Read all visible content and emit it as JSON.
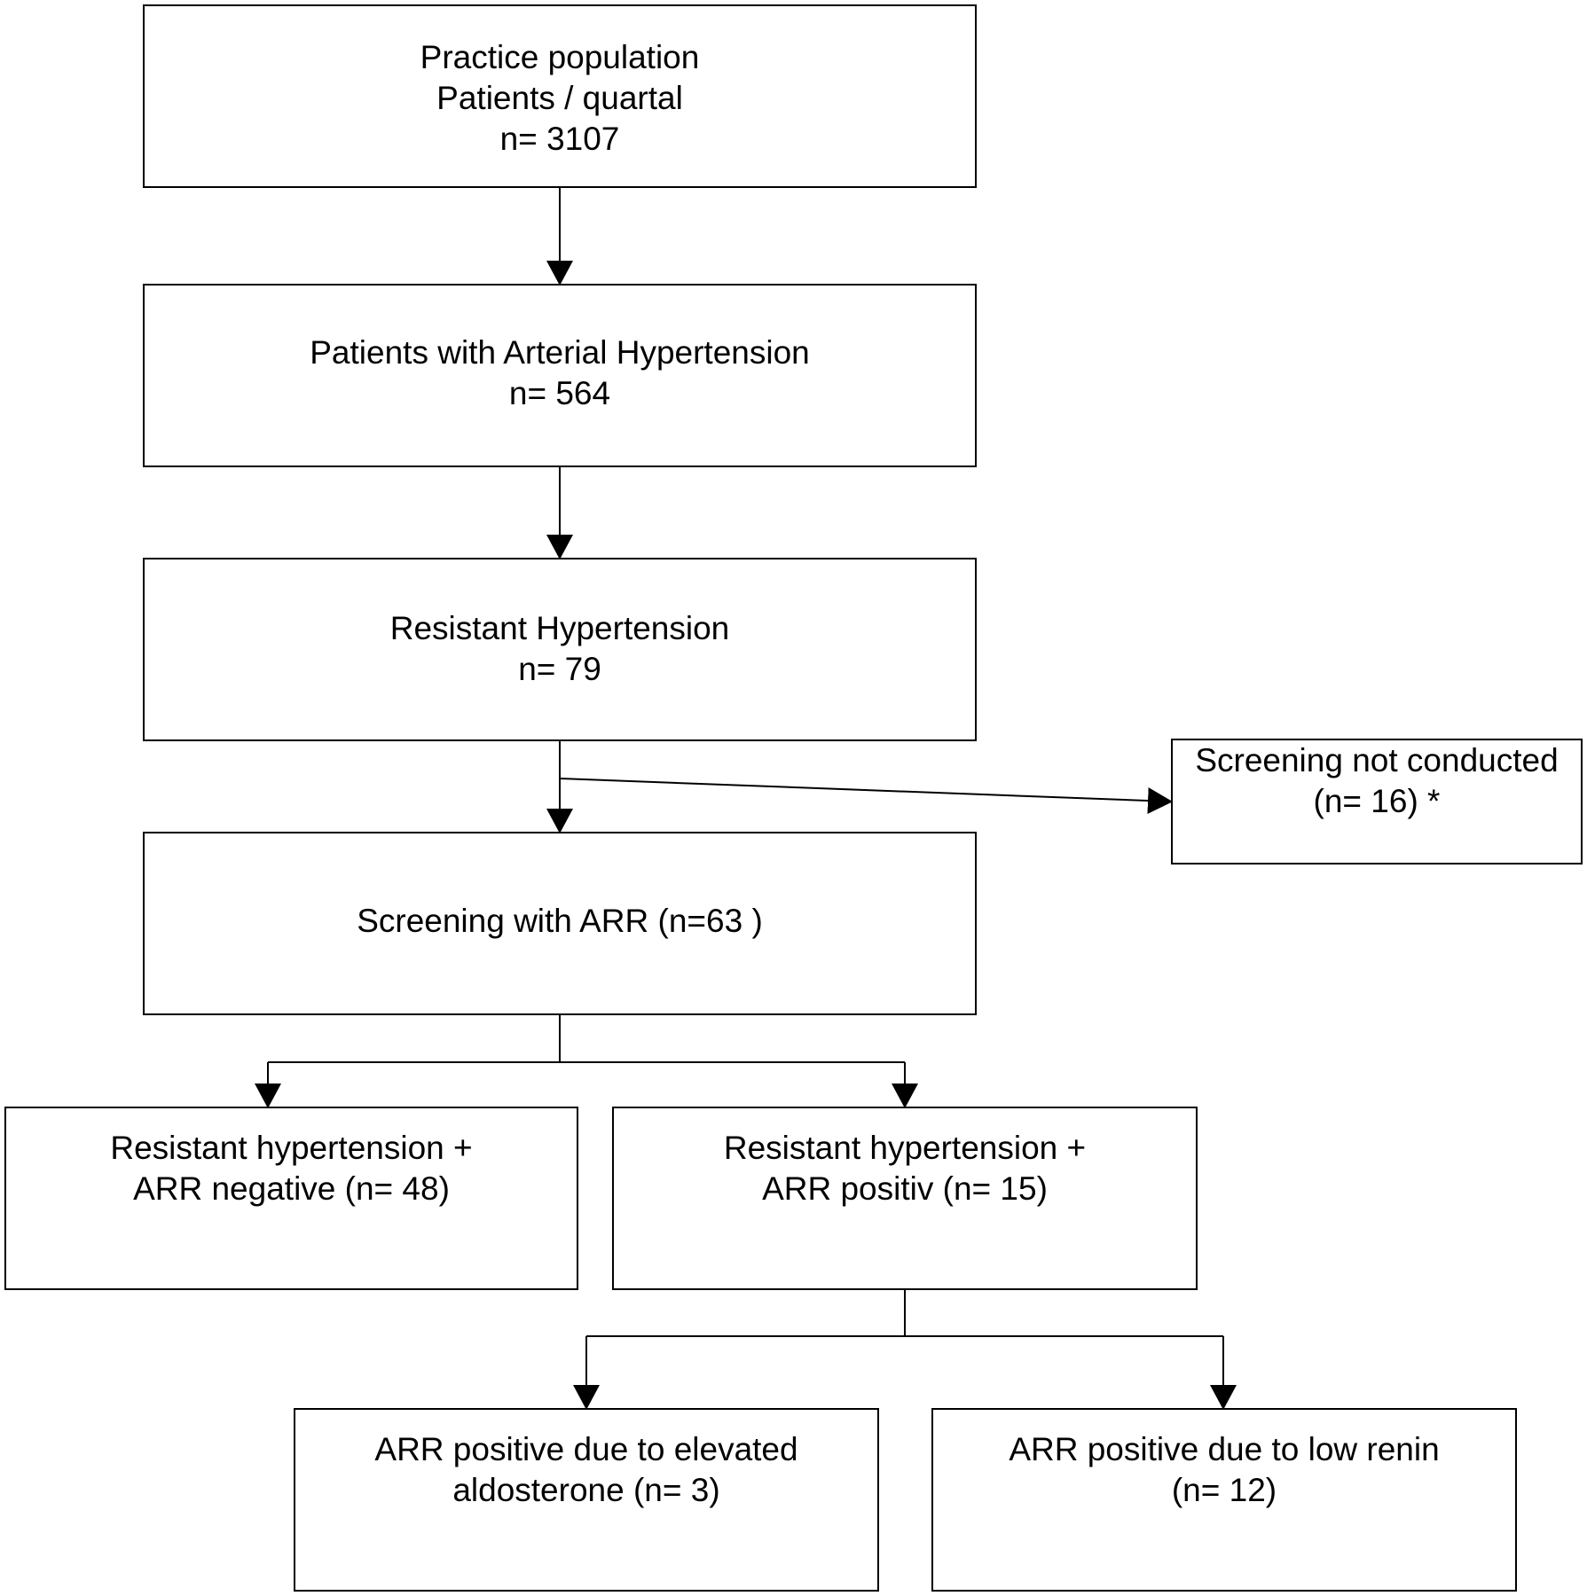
{
  "nodes": {
    "population": {
      "line1": "Practice population",
      "line2": "Patients / quartal",
      "line3": "n= 3107"
    },
    "hypertension": {
      "line1": "Patients with Arterial Hypertension",
      "line2": "n= 564"
    },
    "resistant": {
      "line1": "Resistant Hypertension",
      "line2": "n= 79"
    },
    "not_screened": {
      "line1": "Screening not conducted",
      "line2": "(n= 16) *"
    },
    "screening": {
      "line1": "Screening with ARR (n=63 )"
    },
    "arr_negative": {
      "line1": "Resistant hypertension +",
      "line2": "ARR negative (n= 48)"
    },
    "arr_positive": {
      "line1": "Resistant hypertension +",
      "line2": "ARR positiv (n= 15)"
    },
    "aldosterone": {
      "line1": "ARR positive due to elevated",
      "line2": "aldosterone (n= 3)"
    },
    "low_renin": {
      "line1": "ARR positive due to low renin",
      "line2": "(n= 12)"
    }
  },
  "colors": {
    "stroke": "#000000",
    "background": "#ffffff"
  }
}
